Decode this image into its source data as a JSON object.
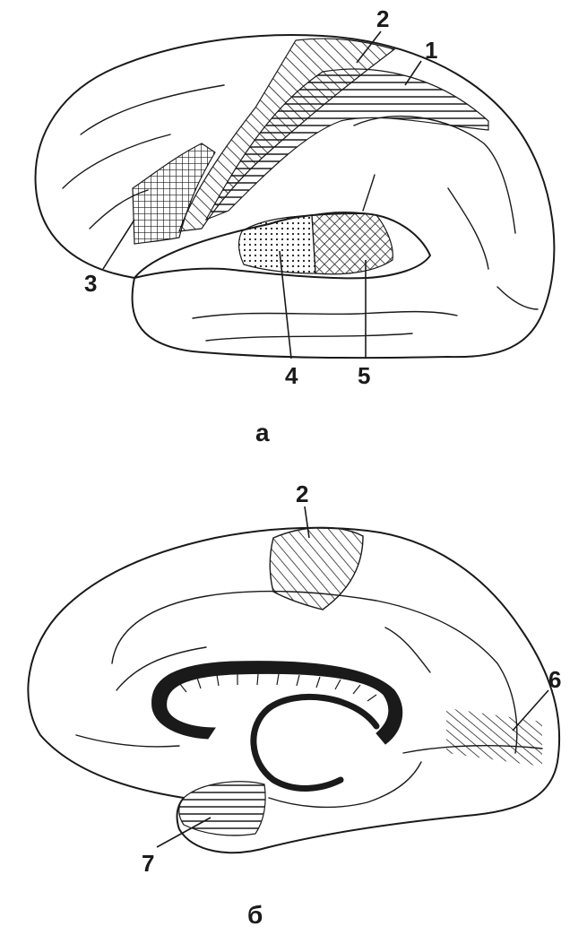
{
  "panels": [
    {
      "caption": "а",
      "labels": [
        "1",
        "2",
        "3",
        "4",
        "5"
      ]
    },
    {
      "caption": "б",
      "labels": [
        "2",
        "6",
        "7"
      ]
    }
  ],
  "colors": {
    "ink": "#1a1a1a",
    "background": "#ffffff"
  }
}
